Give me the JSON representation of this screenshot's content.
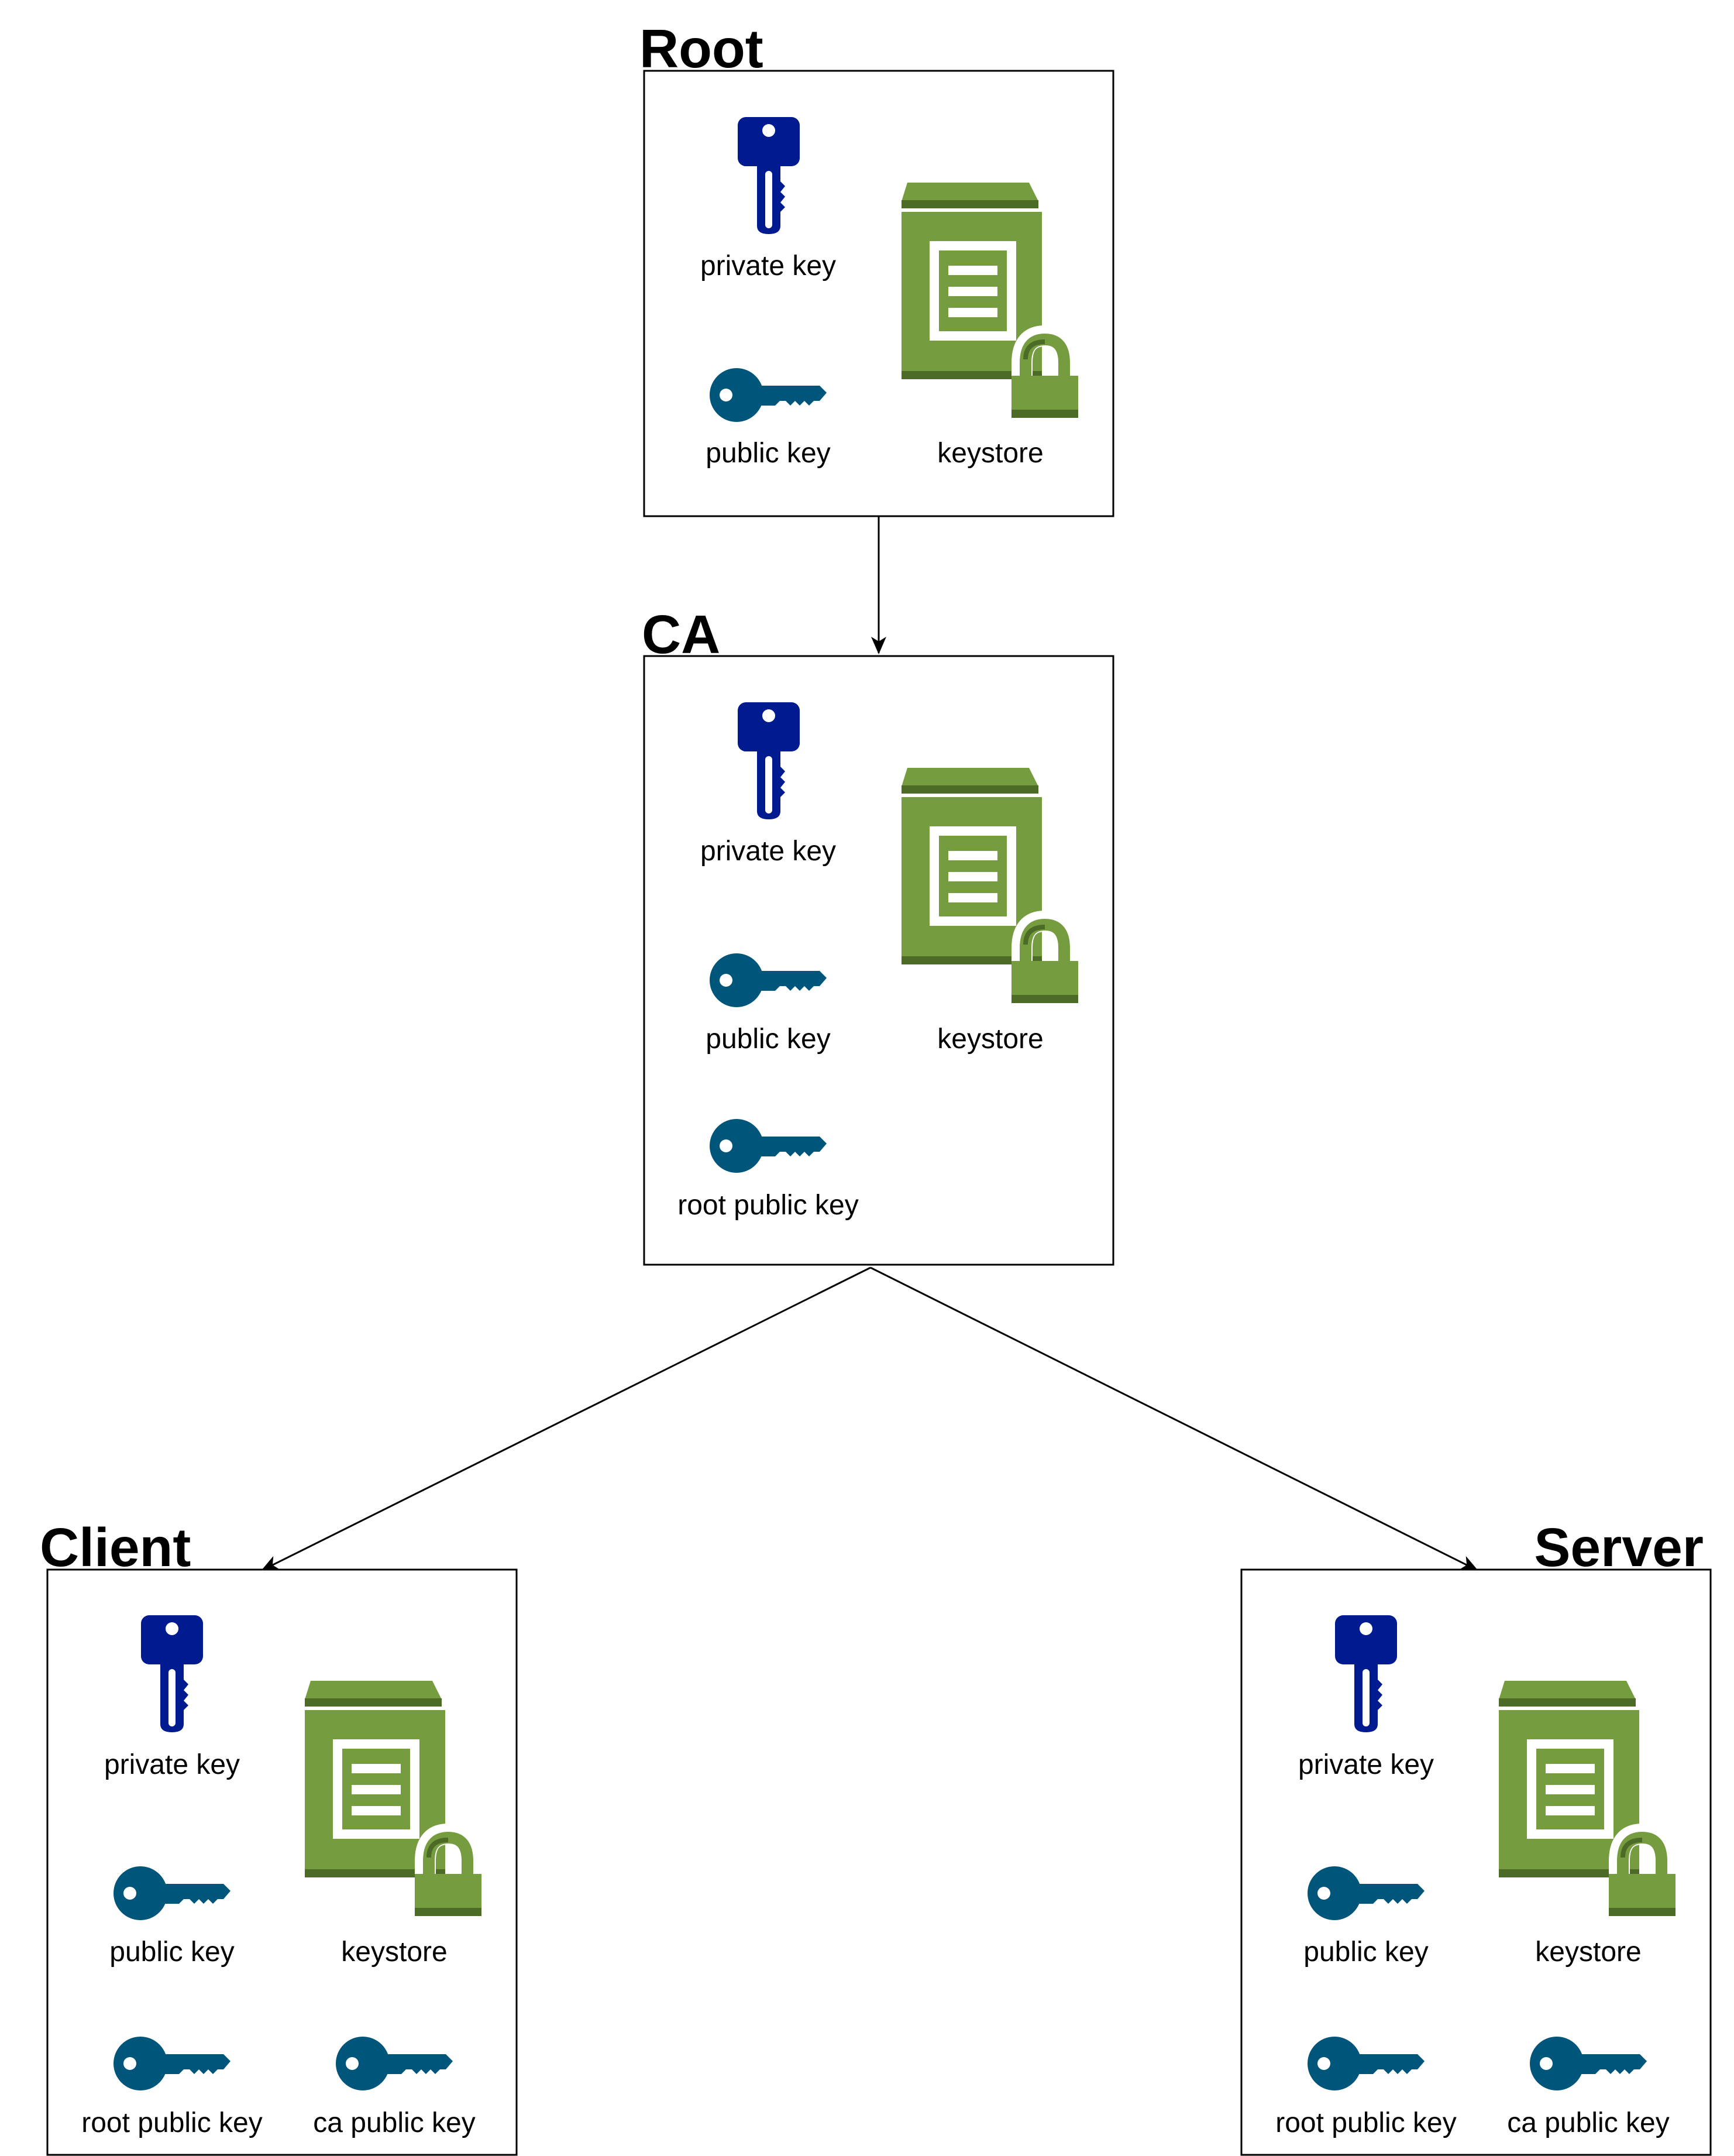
{
  "colors": {
    "private_key": "#001A8F",
    "public_key": "#00567A",
    "keystore_green": "#759C3E",
    "keystore_dark": "#4B6B27",
    "line": "#000000"
  },
  "icons": {
    "private_key": "key-vertical-icon",
    "public_key": "key-horizontal-icon",
    "keystore": "keystore-locked-icon"
  },
  "nodes": {
    "root": {
      "title": "Root",
      "private_key": "private key",
      "public_key": "public key",
      "keystore": "keystore"
    },
    "ca": {
      "title": "CA",
      "private_key": "private key",
      "public_key": "public key",
      "keystore": "keystore",
      "root_public_key": "root public key"
    },
    "client": {
      "title": "Client",
      "private_key": "private key",
      "public_key": "public key",
      "keystore": "keystore",
      "root_public_key": "root public key",
      "ca_public_key": "ca public key"
    },
    "server": {
      "title": "Server",
      "private_key": "private key",
      "public_key": "public key",
      "keystore": "keystore",
      "root_public_key": "root public key",
      "ca_public_key": "ca public key"
    }
  },
  "edges": [
    {
      "from": "Root",
      "to": "CA"
    },
    {
      "from": "CA",
      "to": "Client"
    },
    {
      "from": "CA",
      "to": "Server"
    }
  ]
}
